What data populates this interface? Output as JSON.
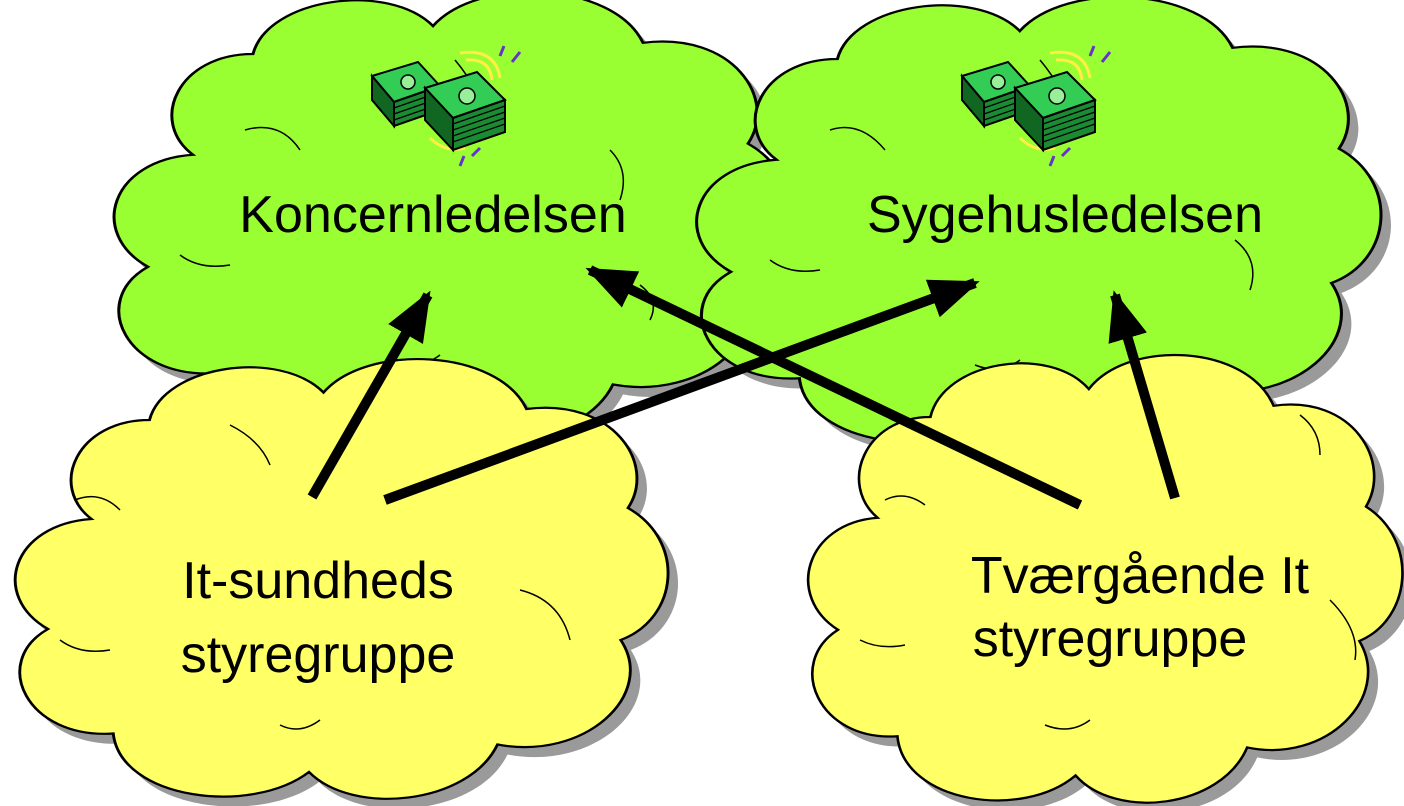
{
  "diagram": {
    "nodes": {
      "koncern": {
        "label": "Koncernledelsen",
        "color": "#99ff33",
        "icon": "money-stack-icon"
      },
      "sygehus": {
        "label": "Sygehusledelsen",
        "color": "#99ff33",
        "icon": "money-stack-icon"
      },
      "it_sundheds": {
        "line1": "It-sundheds",
        "line2": "styregruppe",
        "color": "#ffff66"
      },
      "tvaergaende": {
        "line1": "Tværgående It",
        "line2": "styregruppe",
        "color": "#ffff66"
      }
    },
    "edges": [
      {
        "from": "it_sundheds",
        "to": "koncern"
      },
      {
        "from": "it_sundheds",
        "to": "sygehus"
      },
      {
        "from": "tvaergaende",
        "to": "koncern"
      },
      {
        "from": "tvaergaende",
        "to": "sygehus"
      }
    ],
    "shadow_color": "#9a9a9a",
    "arrow_color": "#000000"
  }
}
